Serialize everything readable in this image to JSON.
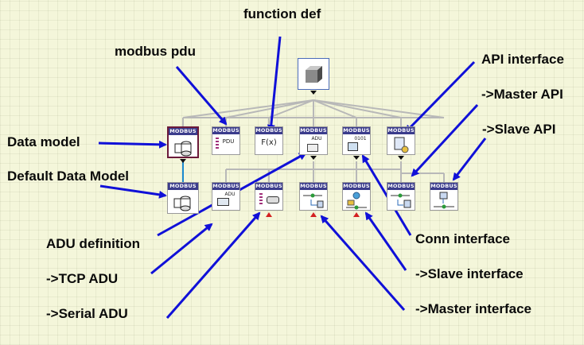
{
  "labels": {
    "function_def": "function def",
    "modbus_pdu": "modbus pdu",
    "api_interface": "API interface",
    "master_api": "->Master API",
    "slave_api": "->Slave API",
    "data_model": "Data model",
    "default_data_model": "Default Data Model",
    "adu_definition": "ADU definition",
    "tcp_adu": "->TCP ADU",
    "serial_adu": "->Serial ADU",
    "conn_interface": "Conn interface",
    "slave_interface": "->Slave interface",
    "master_interface": "->Master interface"
  },
  "node_header": "MODBUS",
  "glyphs": {
    "pdu": "PDU",
    "function": "F(x)",
    "adu": "ADU",
    "conn": "0101",
    "tcp_adu": "ADU"
  },
  "colors": {
    "background": "#f4f6da",
    "arrow": "#1010d8",
    "node_header": "#3b3c8c",
    "tree_line": "#b8b8b8",
    "selection": "#6b1a3a",
    "link": "#1a8ad0"
  }
}
